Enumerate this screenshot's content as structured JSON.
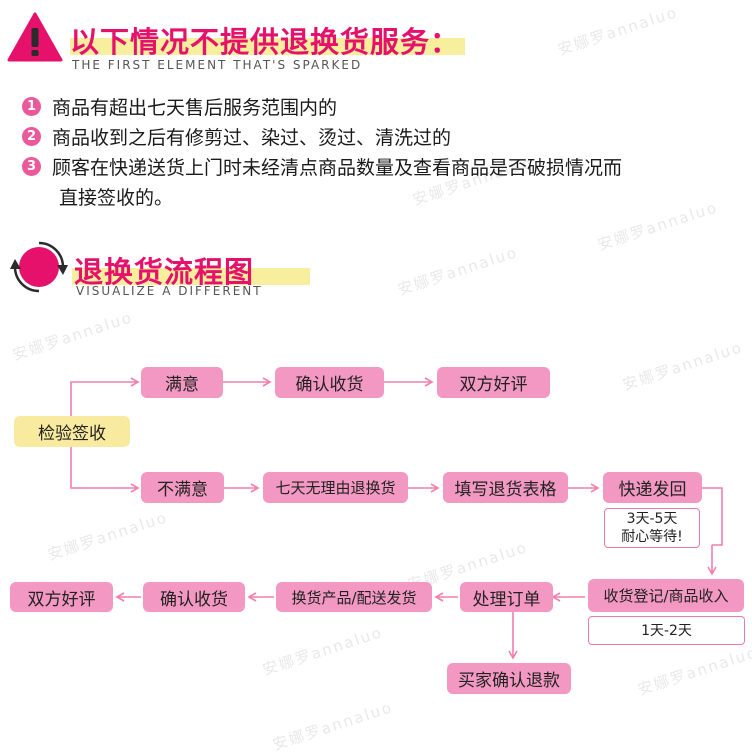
{
  "watermark": "安娜罗annaluo",
  "section1": {
    "title": "以下情况不提供退换货服务：",
    "subtitle": "THE FIRST ELEMENT THAT'S SPARKED",
    "items": [
      {
        "num": "1",
        "text": "商品有超出七天售后服务范围内的"
      },
      {
        "num": "2",
        "text": "商品收到之后有修剪过、染过、烫过、清洗过的"
      },
      {
        "num": "3",
        "text": "顾客在快递送货上门时未经清点商品数量及查看商品是否破损情况而",
        "text2": "直接签收的。"
      }
    ]
  },
  "section2": {
    "title": "退换货流程图",
    "subtitle": "VISUALIZE A DIFFERENT"
  },
  "flow": {
    "inspect": "检验签收",
    "satisfied": "满意",
    "confirm_receipt_1": "确认收货",
    "good_review_1": "双方好评",
    "unsatisfied": "不满意",
    "seven_day_return": "七天无理由退换货",
    "fill_form": "填写退货表格",
    "express_return": "快递发回",
    "wait_note_line1": "3天-5天",
    "wait_note_line2": "耐心等待!",
    "receive_register": "收货登记/商品收入",
    "process_note": "1天-2天",
    "process_order": "处理订单",
    "exchange_ship": "换货产品/配送发货",
    "confirm_receipt_2": "确认收货",
    "good_review_2": "双方好评",
    "seller_refund": "买家确认退款"
  },
  "colors": {
    "accent": "#e5116a",
    "box_pink": "#f398c2",
    "box_yellow": "#f8ea9e",
    "line": "#f07fb0"
  }
}
